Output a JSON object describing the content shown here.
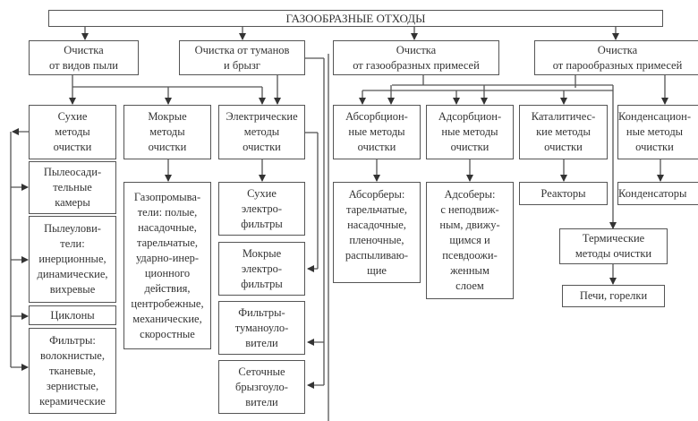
{
  "diagram": {
    "root": "ГАЗООБРАЗНЫЕ ОТХОДЫ",
    "categories": [
      {
        "id": "dust",
        "label": "Очистка\nот видов пыли"
      },
      {
        "id": "mist",
        "label": "Очистка от туманов\nи брызг"
      },
      {
        "id": "gas",
        "label": "Очистка\nот газообразных примесей"
      },
      {
        "id": "vapor",
        "label": "Очистка\nот парообразных примесей"
      }
    ],
    "methods": [
      {
        "id": "dry",
        "label": "Сухие\nметоды\nочистки"
      },
      {
        "id": "wet",
        "label": "Мокрые\nметоды\nочистки"
      },
      {
        "id": "electric",
        "label": "Электрические\nметоды\nочистки"
      },
      {
        "id": "absorption",
        "label": "Абсорбцион-\nные методы\nочистки"
      },
      {
        "id": "adsorption",
        "label": "Адсорбцион-\nные методы\nочистки"
      },
      {
        "id": "catalytic",
        "label": "Каталитичес-\nкие методы\nочистки"
      },
      {
        "id": "condensation",
        "label": "Конденсацион-\nные методы\nочистки"
      },
      {
        "id": "thermal",
        "label": "Термические\nметоды очистки"
      }
    ],
    "equipment": [
      {
        "id": "dust-chambers",
        "label": "Пылеосади-\nтельные\nкамеры"
      },
      {
        "id": "dust-catchers",
        "label": "Пылеулови-\nтели:\nинерционные,\nдинамические,\nвихревые"
      },
      {
        "id": "cyclones",
        "label": "Циклоны"
      },
      {
        "id": "filters",
        "label": "Фильтры:\nволокнистые,\nтканевые,\nзернистые,\nкерамические"
      },
      {
        "id": "gas-washers",
        "label": "Газопромыва-\nтели: полые,\nнасадочные,\nтарельчатые,\nударно-инер-\nционного\nдействия,\nцентробежные,\nмеханические,\nскоростные"
      },
      {
        "id": "dry-electrofilters",
        "label": "Сухие\nэлектро-\nфильтры"
      },
      {
        "id": "wet-electrofilters",
        "label": "Мокрые\nэлектро-\nфильтры"
      },
      {
        "id": "mist-filters",
        "label": "Фильтры-\nтуманоуло-\nвители"
      },
      {
        "id": "mesh-catchers",
        "label": "Сеточные\nбрызгоуло-\nвители"
      },
      {
        "id": "absorbers",
        "label": "Абсорберы:\nтарельчатые,\nнасадочные,\nпленочные,\nраспыливаю-\nщие"
      },
      {
        "id": "adsorbers",
        "label": "Адсоберы:\nс неподвиж-\nным, движу-\nщимся и\nпсевдоожи-\nженным\nслоем"
      },
      {
        "id": "reactors",
        "label": "Реакторы"
      },
      {
        "id": "condensers",
        "label": "Конденсаторы"
      },
      {
        "id": "furnaces",
        "label": "Печи, горелки"
      }
    ]
  }
}
